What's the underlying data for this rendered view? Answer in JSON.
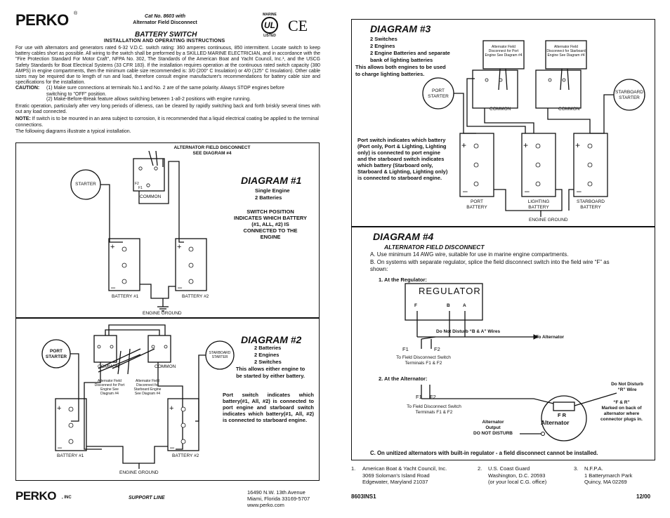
{
  "header": {
    "brand": "PERKO",
    "cat_no": "Cat No. 8603 with",
    "cat_sub": "Alternator Field Disconnect",
    "product_title": "BATTERY SWITCH",
    "product_subtitle": "INSTALLATION AND OPERATING INSTRUCTIONS",
    "marine": "MARINE",
    "listed": "LISTED",
    "ul": "UL",
    "ce": "CE"
  },
  "intro": {
    "p1": "For use with alternators and generators rated 6-32 V.D.C. switch rating: 360 amperes continuous, 850 intermittent. Locate switch to keep battery cables short as possible. All wiring to the switch shall be preformed by a SKILLED MARINE ELECTRICIAN, and in accordance with the \"Fire Protection Standard For Motor Craft\", NFPA No. 302, The Standards of the American Boat and Yacht Council, Inc.¹, and the USCG Safety Standards for Boat Electrical Systems (33 CFR 183). If the installation requires operation at the continuous rated switch capacity (380 AMPS) in engine compartments, then the minimum cable size recommended is: 3/0 (200° C Insulation) or 4/0 (125° C Insulation). Other cable sizes may be required due to length of run and load, therefore consult engine manufacturer's recommendations for battery cable size and specifications for the installation.",
    "caution_label": "CAUTION:",
    "caution_1": "(1)  Make sure connections at terminals No.1 and No. 2 are of the same polarity. Always STOP engines before switching to \"OFF\" position.",
    "caution_2": "(2)  Make-Before-Break feature allows switching between 1-all-2 positions with engine running.",
    "p2": "Erratic operation, particularly after very long periods of idleness, can be cleared by rapidly switching back and forth briskly several times with out any load connected.",
    "note_label": "NOTE:",
    "note": "If switch is to be mounted in an area subject to corrosion, it is recommended that a liquid electrical coating be applied to the terminal connections.",
    "p3": "The following diagrams illustrate a typical installation."
  },
  "diagram1": {
    "alt_label": "ALTERNATOR FIELD DISCONNECT",
    "alt_sub": "SEE DIAGRAM #4",
    "title": "DIAGRAM #1",
    "line1": "Single Engine",
    "line2": "2 Batteries",
    "pos1": "SWITCH POSITION",
    "pos2": "INDICATES WHICH BATTERY",
    "pos3": "(#1, ALL, #2) IS",
    "pos4": "CONNECTED TO THE",
    "pos5": "ENGINE",
    "starter": "STARTER",
    "common": "COMMON",
    "battery1": "BATTERY #1",
    "battery2": "BATTERY #2",
    "ground": "ENGINE GROUND",
    "f1": "F1",
    "f2": "F2"
  },
  "diagram2": {
    "title": "DIAGRAM #2",
    "line1": "2 Batteries",
    "line2": "2 Engines",
    "line3": "2 Switches",
    "line4": "This allows either engine to",
    "line5": "be started by either battery.",
    "desc": "Port switch indicates which battery(#1, All, #2) is connected to port engine and starboard switch indicates which battery(#1, All, #2) is connected to starboard engine.",
    "port_starter_1": "PORT",
    "port_starter_2": "STARTER",
    "stbd_starter_1": "STARBOARD",
    "stbd_starter_2": "STARTER",
    "common": "COMMON",
    "afd_port": "Alternator Field Disconnect for Port Engine See Diagram #4",
    "afd_stbd": "Alternator Field Disconnect for Starboard Engine See Diagram #4",
    "battery1": "BATTERY #1",
    "battery2": "BATTERY #2",
    "ground": "ENGINE GROUND"
  },
  "diagram3": {
    "title": "DIAGRAM #3",
    "line1": "2 Switches",
    "line2": "2 Engines",
    "line3": "2 Engine Batteries and separate",
    "line4": "bank of lighting batteries",
    "line5": "This allows both engines to be used",
    "line6": "to charge lighting batteries.",
    "desc": "Port switch indicates which battery (Port only, Port & Lighting, Lighting only) is connected to port engine and the starboard switch indicates which battery (Starboard only, Starboard & Lighting, Lighting only) is connected to starboard engine.",
    "afd_port": "Alternator Field Disconnect for Port Engine See Diagram #4",
    "afd_stbd": "Alternator Field Disconnect for Starboard Engine See Diagram #4",
    "port_starter_1": "PORT",
    "port_starter_2": "STARTER",
    "stbd_starter_1": "STARBOARD",
    "stbd_starter_2": "STARTER",
    "common": "COMMON",
    "port_battery_1": "PORT",
    "port_battery_2": "BATTERY",
    "light_battery_1": "LIGHTING",
    "light_battery_2": "BATTERY",
    "stbd_battery_1": "STARBOARD",
    "stbd_battery_2": "BATTERY",
    "ground": "ENGINE GROUND"
  },
  "diagram4": {
    "title": "DIAGRAM #4",
    "subtitle": "ALTERNATOR FIELD DISCONNECT",
    "a": "A. Use minimum 14 AWG wire, suitable for use in marine engine compartments.",
    "b": "B. On systems with separate regulator, splice the field disconnect switch into the field wire “F” as shown:",
    "at_regulator": "1.  At the Regulator:",
    "regulator": "REGULATOR",
    "reg_f": "F",
    "reg_b": "B",
    "reg_a": "A",
    "do_not_disturb_ba": "Do Not Disturb “B & A” Wires",
    "to_alternator": "To Alternator",
    "f1": "F1",
    "f2": "F2",
    "to_fds_1": "To Field Disconnect Switch",
    "to_fds_2": "Terminals F1 & F2",
    "at_alternator": "2.  At the Alternator:",
    "to_fds_3": "To Field Disconnect Switch",
    "to_fds_4": "Terminals F1 & F2",
    "dnd_r_1": "Do Not Disturb",
    "dnd_r_2": "“R” Wire",
    "fr_1": "“F & R”",
    "fr_2": "Marked on back of",
    "fr_3": "alternator where",
    "fr_4": "connector plugs in.",
    "alt_output_1": "Alternator",
    "alt_output_2": "Output",
    "alt_output_3": "DO NOT DISTURB",
    "alt_fr": "F  R",
    "alternator": "Alternator",
    "c": "C.  On unitized alternators with built-in regulator - a field disconnect cannot be installed."
  },
  "footnotes": {
    "n1": "1.",
    "n1_l1": "American Boat & Yacht Council, Inc.",
    "n1_l2": "3069 Soloman's Island Road",
    "n1_l3": "Edgewater, Maryland 21037",
    "n2": "2.",
    "n2_l1": "U.S. Coast Guard",
    "n2_l2": "Washington, D.C. 20593",
    "n2_l3": "(or your local C.G. office)",
    "n3": "3.",
    "n3_l1": "N.F.P.A.",
    "n3_l2": "1 Batterymarch Park",
    "n3_l3": "Quincy, MA 02269"
  },
  "footer": {
    "brand": "PERKO",
    "inc": ", INC",
    "made": "SUPPORT LINE",
    "addr1": "16490 N.W. 13th Avenue",
    "addr2": "Miami, Florida 33169-5707",
    "addr3": "www.perko.com",
    "doc": "8603INS1",
    "date": "12/00"
  }
}
